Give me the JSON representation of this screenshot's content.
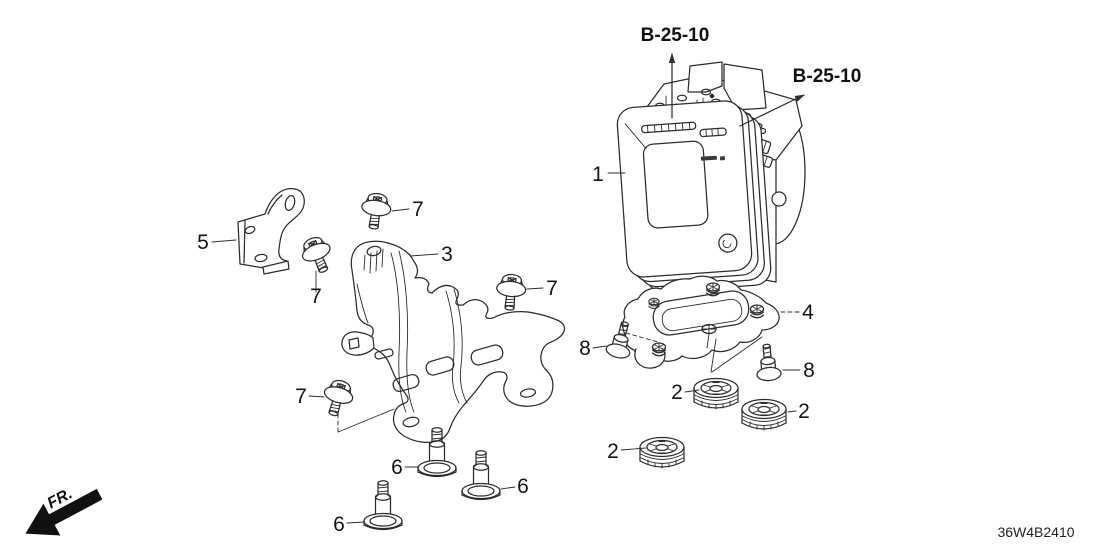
{
  "diagram": {
    "code": "36W4B2410",
    "front_label": "FR.",
    "references": {
      "top": "B-25-10",
      "right": "B-25-10"
    },
    "callouts": {
      "part1": "1",
      "part2_a": "2",
      "part2_b": "2",
      "part2_c": "2",
      "part3": "3",
      "part4": "4",
      "part5": "5",
      "part6_a": "6",
      "part6_b": "6",
      "part6_c": "6",
      "part7_a": "7",
      "part7_b": "7",
      "part7_c": "7",
      "part7_d": "7",
      "part8_a": "8",
      "part8_b": "8"
    },
    "colors": {
      "background": "#ffffff",
      "line": "#2d2d2d",
      "text": "#151515"
    }
  }
}
